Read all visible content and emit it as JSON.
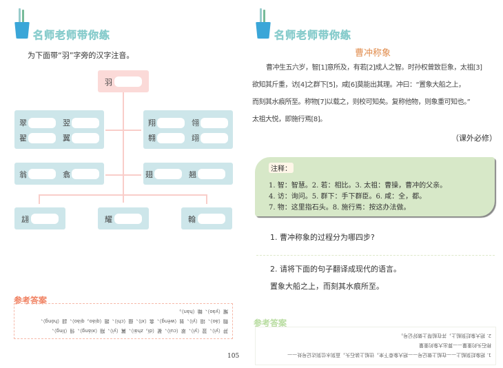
{
  "left": {
    "banner": "名师老师带你练",
    "instruction": "为下面带“羽”字旁的汉字注音。",
    "root": "羽",
    "group_tl": [
      "翠",
      "翌",
      "翟",
      "翼"
    ],
    "group_tr": [
      "翔",
      "翎",
      "翱",
      "翊"
    ],
    "group_ml": [
      "翁",
      "翕"
    ],
    "group_mr": [
      "翅",
      "翘"
    ],
    "bottom": [
      "翃",
      "耀",
      "翰"
    ],
    "answer_title": "参考答案",
    "answers": [
      "羿（yì）、翌（yì）、翠（cuì）、翟（dí，zhái）、翼（yì）、翔（xiáng）、翎（líng）、",
      "翱（áo）、翊（yì）、翁（wēng）、翕（xī）、翅（chì）、翘（qiáo，qiào）、翃（hóng）、",
      "耀（yào）、翰（hàn）。"
    ],
    "page_number": "105"
  },
  "right": {
    "banner": "名师老师带你练",
    "title": "曹冲称象",
    "para": [
      "曹冲生五六岁，智[1]意所及，有若[2]成人之智。时孙权曾致巨象，太祖[3]",
      "欲知其斤重，访[4]之群下[5]，咸[6]莫能出其理。冲曰：“置象大船之上，",
      "而刻其水痕所至。称物[7]以载之，则校可知矣。复称他物，则象重可知也。”",
      "太祖大悦，即施行焉[8]。"
    ],
    "source": "（课外必修）",
    "notes_label": "注释：",
    "notes": [
      "1. 智：智慧。2. 若：相比。3. 太祖：曹操，曹冲的父亲。",
      "4. 访：询问。5. 群下：手下群臣。6. 咸：全，都。",
      "7. 物：这里指石头。8. 施行焉：按这办法做。"
    ],
    "q1": "1. 曹冲称象的过程分为哪四步?",
    "q2": "2. 请将下面的句子翻译成现代的语言。",
    "q2_sentence": "置象大船之上，而刻其水痕所至。",
    "answer_title": "参考答案",
    "answers": [
      "1. 把象赶到船上——在船上做记号——把大象牵下来，往船上装石头，直到水位到达记号处——",
      "称石头的重量——算出大象的重量",
      "2. 把大象赶到船上，并在船帮上做好记号。"
    ]
  }
}
